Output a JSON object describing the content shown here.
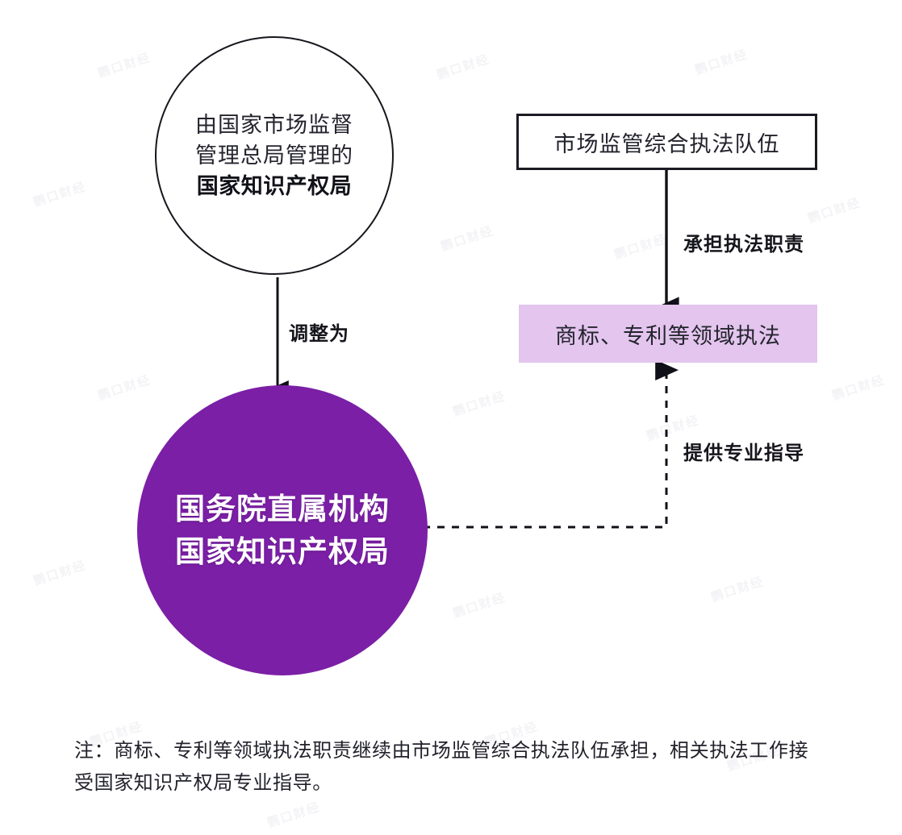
{
  "diagram": {
    "nodes": {
      "old_agency": {
        "lines": [
          "由国家市场监督",
          "管理总局管理的",
          "国家知识产权局"
        ],
        "bold_lines": [
          "国家知识产权局"
        ],
        "shape": "circle",
        "fill": "#ffffff",
        "stroke": "#16161d"
      },
      "new_agency": {
        "lines": [
          "国务院直属机构",
          "国家知识产权局"
        ],
        "shape": "circle",
        "fill": "#7b1fa6",
        "text_color": "#ffffff"
      },
      "enforcement_team": {
        "label": "市场监管综合执法队伍",
        "shape": "rectangle",
        "fill": "#ffffff",
        "stroke": "#1b1b24"
      },
      "enforcement_scope": {
        "label": "商标、专利等领域执法",
        "shape": "rectangle",
        "fill": "#e3c5ed"
      }
    },
    "edges": {
      "adjust_to": {
        "label": "调整为",
        "from": "old_agency",
        "to": "new_agency",
        "style": "solid-arrow"
      },
      "enforcement_duty": {
        "label": "承担执法职责",
        "from": "enforcement_team",
        "to": "enforcement_scope",
        "style": "solid-arrow"
      },
      "professional_guidance": {
        "label": "提供专业指导",
        "from": "new_agency",
        "to": "enforcement_scope",
        "style": "dashed-arrow"
      }
    },
    "footnote": {
      "line1": "注：商标、专利等领域执法职责继续由市场监管综合执法队伍承担，相关执法工作接",
      "line2": "受国家知识产权局专业指导。"
    },
    "watermark": {
      "text": "鹦口财经"
    }
  }
}
